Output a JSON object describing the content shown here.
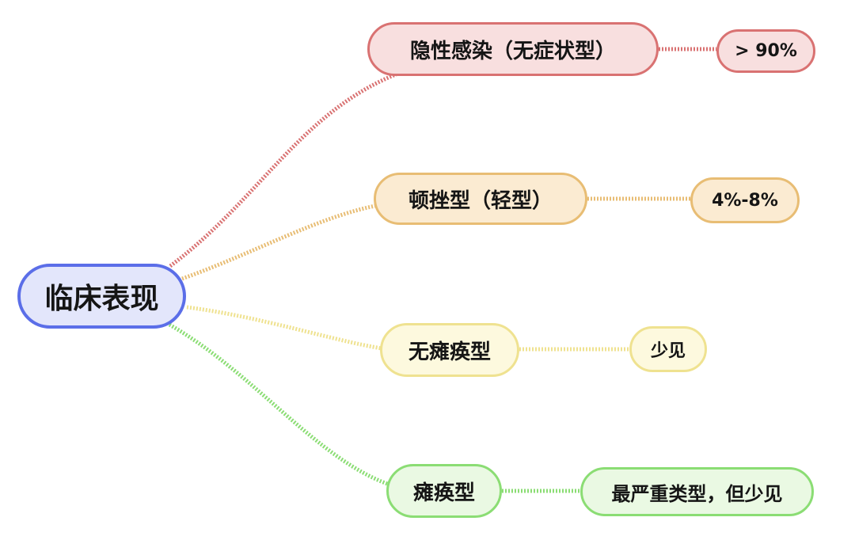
{
  "root": {
    "label": "临床表现",
    "color": "#5b6ee8"
  },
  "branches": [
    {
      "label": "隐性感染（无症状型）",
      "detail": "> 90%",
      "color": "#d97272"
    },
    {
      "label": "顿挫型（轻型）",
      "detail": "4%-8%",
      "color": "#e8bd74"
    },
    {
      "label": "无瘫痪型",
      "detail": "少见",
      "color": "#efe290"
    },
    {
      "label": "瘫痪型",
      "detail": "最严重类型，但少见",
      "color": "#8bdd74"
    }
  ]
}
